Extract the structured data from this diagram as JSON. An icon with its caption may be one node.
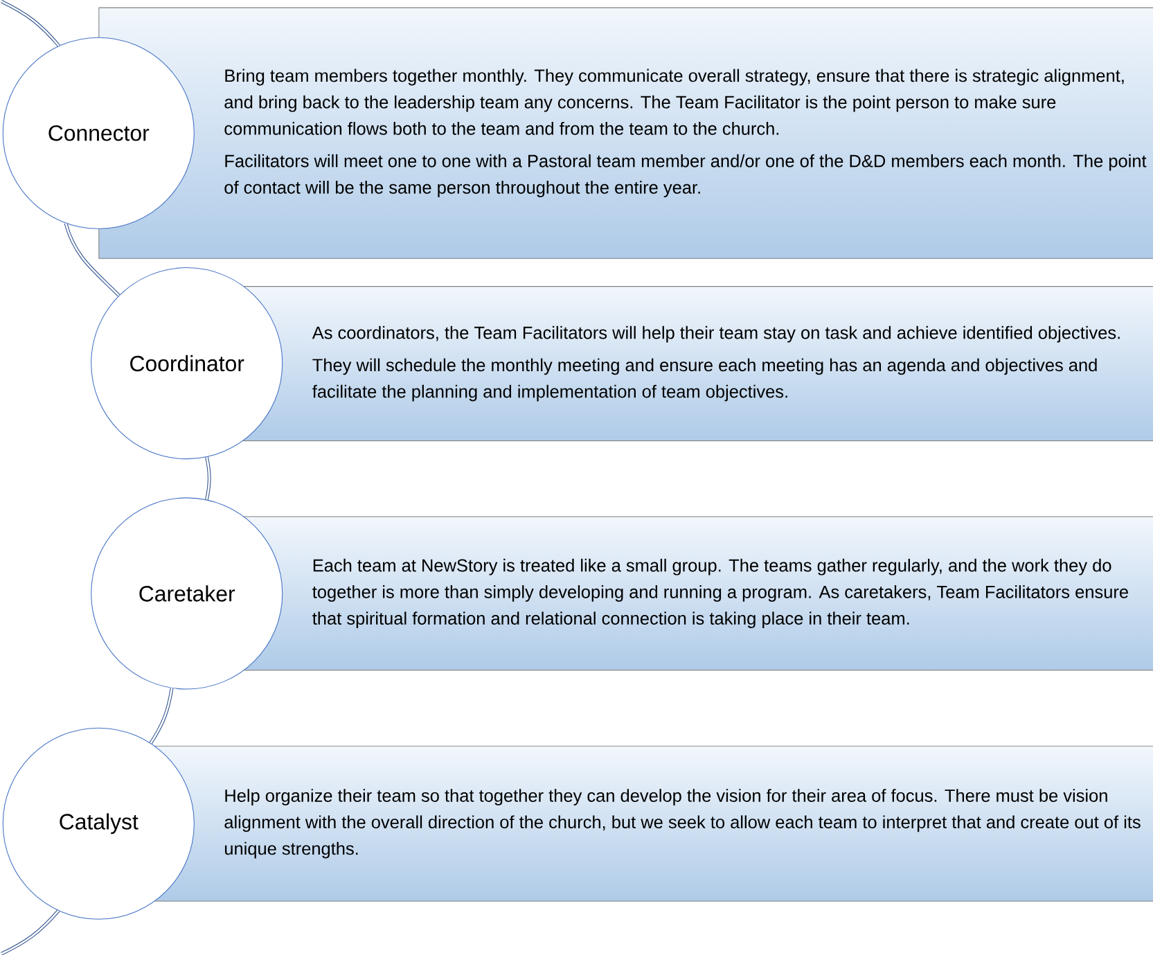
{
  "diagram": {
    "nodes": [
      {
        "text": [
          "Connector"
        ]
      },
      {
        "text": [
          "Bring team members together monthly. They communicate overall strategy, ensure that there is strategic alignment, and bring back to the leadership team any concerns. The Team Facilitator is the point person to make sure communication flows both to the team and from the team to the church.",
          "Facilitators will meet one to one with a Pastoral team member and/or one of the D&D members each month.  The point of contact will be the same person throughout the entire year."
        ]
      },
      {
        "text": [
          "Coordinator"
        ]
      },
      {
        "text": [
          "As coordinators, the Team Facilitators will help their team stay on task and achieve identified objectives.",
          "They will schedule the monthly meeting and ensure each meeting has an agenda and objectives and facilitate the planning and implementation of team objectives."
        ]
      },
      {
        "text": [
          "Caretaker"
        ]
      },
      {
        "text": [
          "Each team at NewStory is treated like a small group. The teams gather regularly, and the work they do together is more than simply developing and running a program. As caretakers, Team Facilitators ensure that spiritual formation and relational connection is taking place in their team."
        ]
      },
      {
        "text": [
          "Catalyst"
        ]
      },
      {
        "text": [
          "Help organize their team so that together they can develop the vision for their area of focus. There must be vision alignment with the overall direction of the church, but we seek to allow each team to interpret that and create out of its unique strengths."
        ]
      }
    ],
    "edges": [
      {
        "from": null,
        "to": 0,
        "arrow": "none"
      },
      {
        "from": 0,
        "to": 2,
        "arrow": "none"
      },
      {
        "from": 2,
        "to": 4,
        "arrow": "none"
      },
      {
        "from": 4,
        "to": 6,
        "arrow": "none"
      },
      {
        "from": 6,
        "to": null,
        "arrow": "none"
      }
    ]
  }
}
